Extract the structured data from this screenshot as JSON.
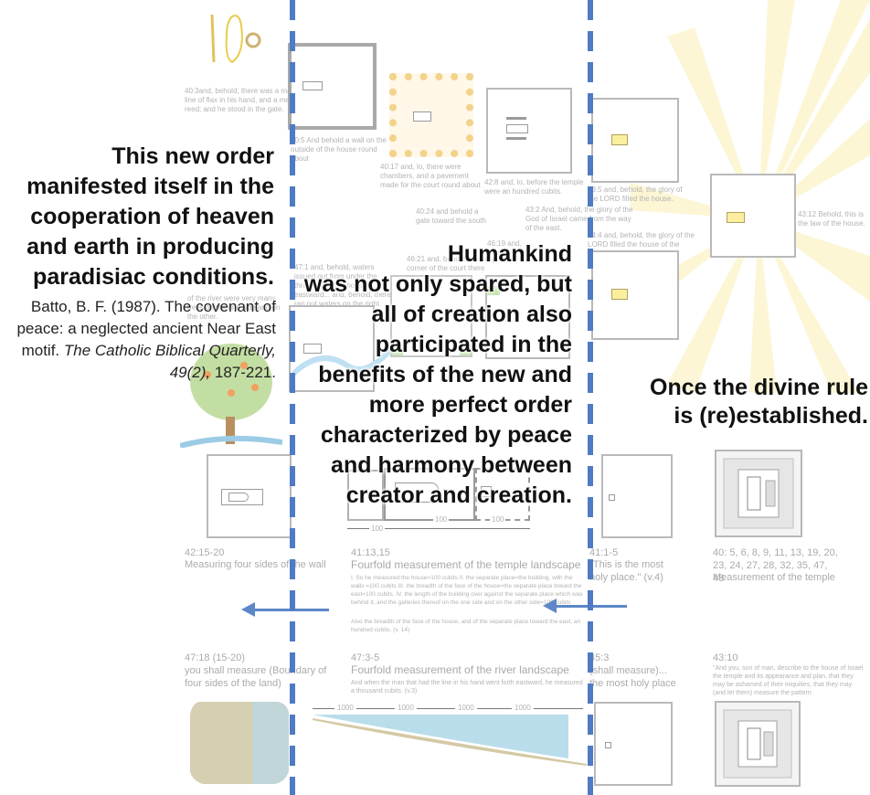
{
  "captions": {
    "c40_3": "40:3and, behold, there was a man ...with a line of flax in his hand, and a measuring reed; and he stood in the gate.",
    "c40_5": "40:5 And behold a wall on the outside of the house round about",
    "c40_17": "40:17 and, lo, there were chambers, and a pavement made for the court round about",
    "c42_8": "42:8 and, lo, before the temple were an hundred cubits.",
    "c40_24": "40:24 and behold a gate toward the south",
    "c43_5": "43:5 and, behold, the glory of the LORD filled the house.",
    "c43_2": "43:2 And, behold, the glory of the God of Israel came from the way of the east.",
    "c44_4": "44:4 and, behold, the glory of the LORD filled the house of the LORD",
    "c43_12": "43:12 Behold, this is the law of the house.",
    "c47_1": "47:1 and, behold, waters issued out from under the threshold of the house eastward... and, behold, there ran out waters on the right side.",
    "c46_21": "46:21 and, behold, in every corner of the court there was a court.",
    "c46_19": "46:19 and, behold",
    "c47_7": "of the river were very many trees on the one side and on the other.",
    "c42_15_ref": "42:15-20",
    "c42_15_txt": "Measuring four sides of the wall",
    "c41_13_ref": "41:13,15",
    "c41_13_txt": "Fourfold measurement of the temple landscape",
    "c41_13_list": "I. So he measured the house=100 cubits II. the separate place=the building, with the walls =100 cubits III. the breadth of the face of the house=the separate place toward the east=100 cubits. IV. the length of the building over against the separate place which was behind it, and the galleries thereof on the one side and on the other side=100 cubits",
    "c41_14": "Also the breadth of the face of the house, and of the separate place toward the east, an hundred cubits. (v. 14)",
    "c41_1_ref": "41:1-5",
    "c41_1_txt": "\"This is the most holy place.\" (v.4)",
    "c40_5b_ref": "40: 5, 6, 8, 9, 11, 13, 19, 20, 23, 24, 27, 28, 32, 35, 47, 48",
    "c40_5b_txt": "Measurement of the temple",
    "c47_18_ref": "47:18 (15-20)",
    "c47_18_txt": "you shall measure (Boundary of four sides of the land)",
    "c47_3_ref": "47:3-5",
    "c47_3_txt": "Fourfold measurement of the river landscape",
    "c47_3_sub": "And when the man that had the line in his hand went forth eastward, he measured a thousand cubits. (v.3)",
    "c45_3_ref": "45:3",
    "c45_3_txt": "(shall measure)... the most holy place",
    "c43_10_ref": "43:10",
    "c43_10_txt": "\"And you, son of man, describe to the house of Israel the temple and its appearance and plan, that they may be ashamed of their iniquities, that they may (and let them) measure the pattern",
    "dim100": "100",
    "dim1000": "1000"
  },
  "overlay": {
    "left_lines": [
      "This new order",
      "manifested itself in the",
      "cooperation of heaven",
      "and earth in producing",
      "paradisiac conditions."
    ],
    "citation_1": "Batto, B. F. (1987). The covenant of",
    "citation_2": "peace: a neglected ancient Near East",
    "citation_3": "motif.",
    "citation_journal": "The Catholic Biblical Quarterly,",
    "citation_vol": "49(2),",
    "citation_pages": "187-221",
    "citation_end": ".",
    "middle_lines": [
      "Humankind",
      "was not only spared, but",
      "all of creation also",
      "participated in the",
      "benefits of the new and",
      "more perfect order",
      "characterized by peace",
      "and harmony between",
      "creator and creation."
    ],
    "right_lines": [
      "Once the divine rule",
      "is (re)established."
    ]
  },
  "colors": {
    "divider": "#4e7bc4",
    "arrow": "#5d87c7",
    "glory": "#fbef9e"
  }
}
